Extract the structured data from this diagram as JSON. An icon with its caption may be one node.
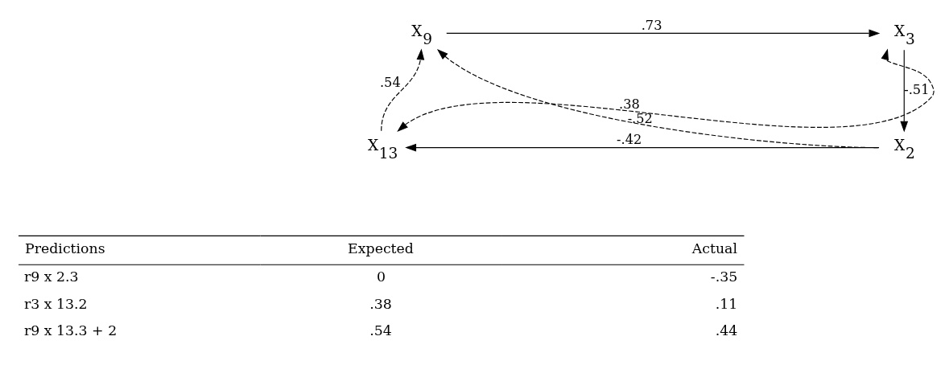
{
  "diagram": {
    "nodes": [
      {
        "text": [
          "X$_{9}$"
        ]
      },
      {
        "text": [
          "X$_{3}$"
        ]
      },
      {
        "text": [
          "X$_{13}$"
        ]
      },
      {
        "text": [
          "X$_{2}$"
        ]
      }
    ],
    "edges": [
      {
        "from": 0,
        "to": 1,
        "arrow": "to",
        "label": ".73"
      },
      {
        "from": 3,
        "to": 0,
        "arrow": "to",
        "label": "-.52",
        "style": "dashed"
      },
      {
        "from": 2,
        "to": 1,
        "arrow": "both",
        "label": ".38",
        "style": "dashed"
      },
      {
        "from": 1,
        "to": 3,
        "arrow": "to",
        "label": "-.51"
      },
      {
        "from": 2,
        "to": 0,
        "arrow": "to",
        "label": ".54",
        "style": "dashed"
      },
      {
        "from": 3,
        "to": 2,
        "arrow": "to",
        "label": "-.42"
      }
    ],
    "labels": [
      "Predictions",
      "Expected",
      "Actual",
      "r9 x 2.3",
      "0",
      "-.35",
      "r3 x 13.2",
      ".38",
      ".11",
      "r9 x 13.3 + 2",
      ".54",
      ".44"
    ]
  }
}
